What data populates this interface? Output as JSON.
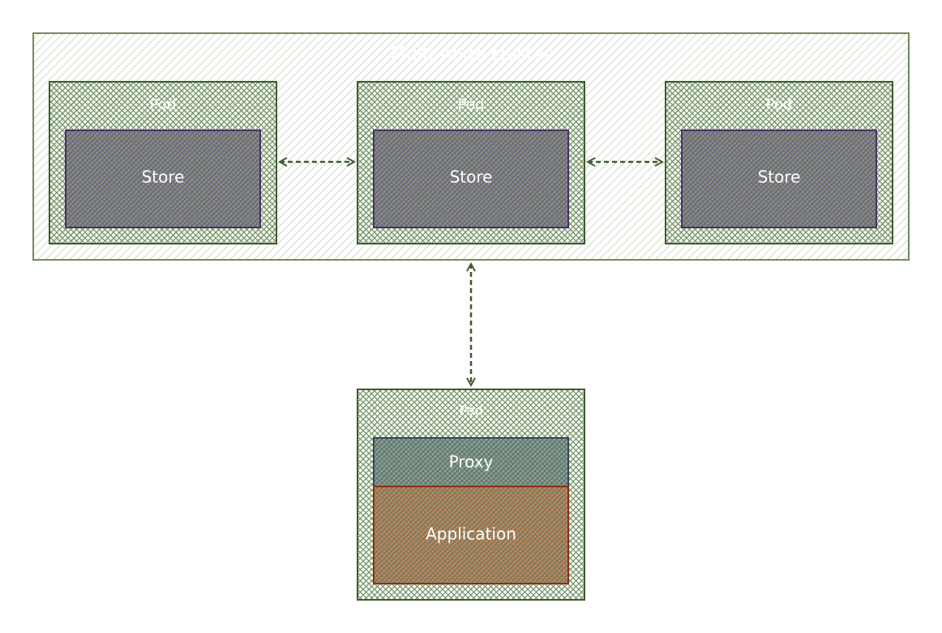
{
  "cluster": {
    "label": "Multi-node cluster"
  },
  "pods": [
    {
      "label": "Pod",
      "store_label": "Store"
    },
    {
      "label": "Pod",
      "store_label": "Store"
    },
    {
      "label": "Pod",
      "store_label": "Store"
    }
  ],
  "client_pod": {
    "label": "Pod",
    "proxy_label": "Proxy",
    "application_label": "Application"
  },
  "colors": {
    "cluster": "#5c7a4e",
    "pod": "#4a6b3c",
    "store": "#5b3f7a",
    "proxy": "#4c6677",
    "application": "#a3481f",
    "arrow": "#3f5a30"
  }
}
